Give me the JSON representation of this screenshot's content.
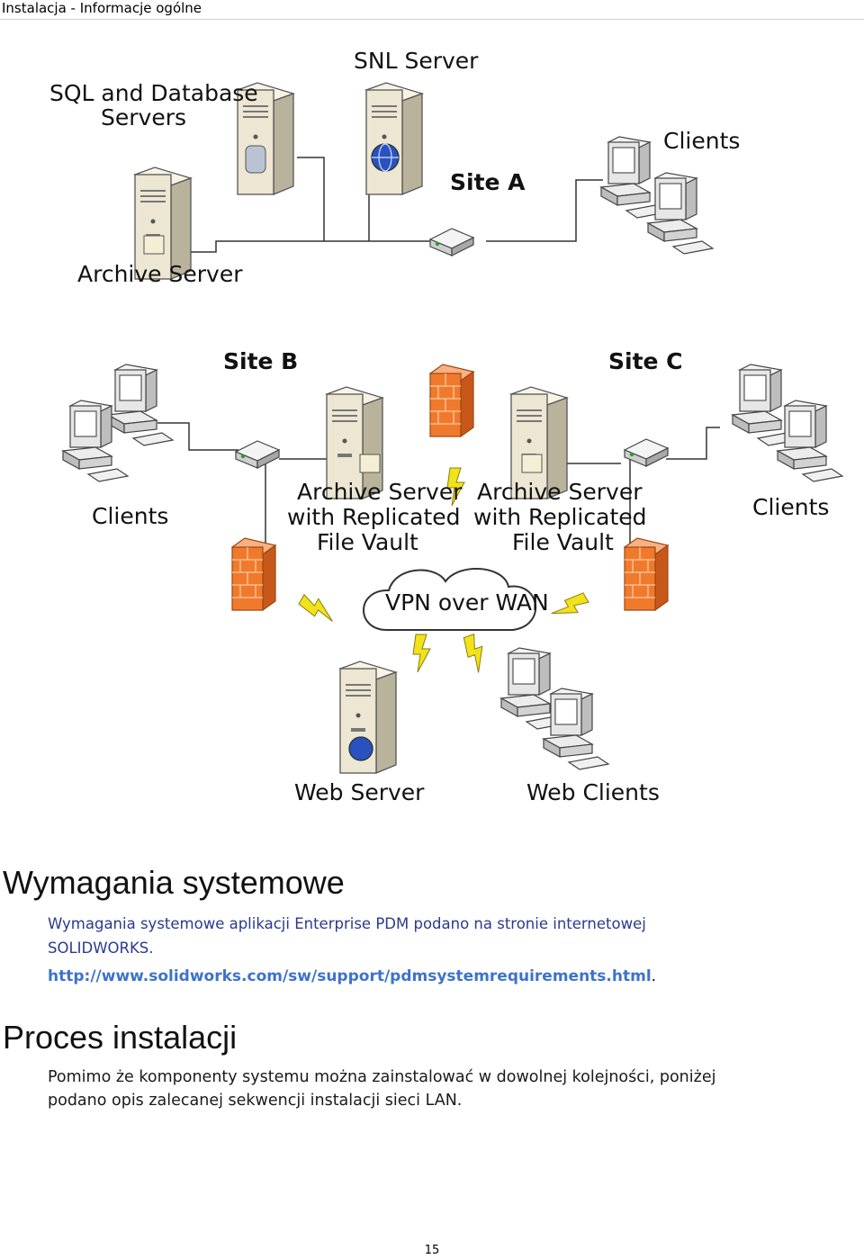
{
  "header": {
    "title": "Instalacja - Informacje ogólne"
  },
  "diagram": {
    "labels": {
      "sql_servers_1": "SQL and Database",
      "sql_servers_2": "Servers",
      "snl_server": "SNL Server",
      "clients_a": "Clients",
      "site_a": "Site A",
      "archive_server": "Archive Server",
      "site_b": "Site B",
      "site_c": "Site C",
      "clients_b": "Clients",
      "clients_c": "Clients",
      "archive_b_1": "Archive Server",
      "archive_b_2": "with Replicated",
      "archive_b_3": "File Vault",
      "archive_c_1": "Archive Server",
      "archive_c_2": "with Replicated",
      "archive_c_3": "File Vault",
      "vpn": "VPN over WAN",
      "web_server": "Web Server",
      "web_clients": "Web Clients"
    },
    "colors": {
      "firewall": "#f07a2c",
      "lightning": "#f2e21a",
      "server": "#ece6d2",
      "monitor": "#e8e8e8"
    }
  },
  "requirements": {
    "heading": "Wymagania systemowe",
    "text_line1": "Wymagania systemowe aplikacji Enterprise PDM podano na stronie internetowej",
    "text_line2": "SOLIDWORKS.",
    "link": "http://www.solidworks.com/sw/support/pdmsystemrequirements.html",
    "link_suffix": "."
  },
  "installation": {
    "heading": "Proces instalacji",
    "text_line1": "Pomimo że komponenty systemu można zainstalować w dowolnej kolejności, poniżej",
    "text_line2": "podano opis zalecanej sekwencji instalacji sieci LAN."
  },
  "footer": {
    "page_number": "15"
  }
}
